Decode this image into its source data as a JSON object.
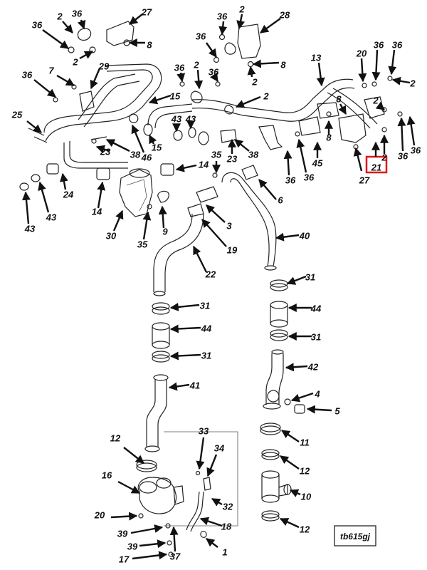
{
  "diagram": {
    "figure_id": "tb615gj",
    "highlighted_callout": "21",
    "accent_color": "#e0161b",
    "callouts": [
      {
        "id": "c-36a",
        "label": "36"
      },
      {
        "id": "c-2a",
        "label": "2"
      },
      {
        "id": "c-36b",
        "label": "36"
      },
      {
        "id": "c-27a",
        "label": "27"
      },
      {
        "id": "c-8a",
        "label": "8"
      },
      {
        "id": "c-2b",
        "label": "2"
      },
      {
        "id": "c-36c",
        "label": "36"
      },
      {
        "id": "c-2c",
        "label": "2"
      },
      {
        "id": "c-28",
        "label": "28"
      },
      {
        "id": "c-36d",
        "label": "36"
      },
      {
        "id": "c-8b",
        "label": "8"
      },
      {
        "id": "c-2d",
        "label": "2"
      },
      {
        "id": "c-13",
        "label": "13"
      },
      {
        "id": "c-20a",
        "label": "20"
      },
      {
        "id": "c-36e",
        "label": "36"
      },
      {
        "id": "c-36f",
        "label": "36"
      },
      {
        "id": "c-2e",
        "label": "2"
      },
      {
        "id": "c-36g",
        "label": "36"
      },
      {
        "id": "c-7",
        "label": "7"
      },
      {
        "id": "c-29",
        "label": "29"
      },
      {
        "id": "c-36h",
        "label": "36"
      },
      {
        "id": "c-2f",
        "label": "2"
      },
      {
        "id": "c-36i",
        "label": "36"
      },
      {
        "id": "c-15a",
        "label": "15"
      },
      {
        "id": "c-2g",
        "label": "2"
      },
      {
        "id": "c-8c",
        "label": "8"
      },
      {
        "id": "c-2h",
        "label": "2"
      },
      {
        "id": "c-25",
        "label": "25"
      },
      {
        "id": "c-43a",
        "label": "43"
      },
      {
        "id": "c-43b",
        "label": "43"
      },
      {
        "id": "c-15b",
        "label": "15"
      },
      {
        "id": "c-38a",
        "label": "38"
      },
      {
        "id": "c-46",
        "label": "46"
      },
      {
        "id": "c-38b",
        "label": "38"
      },
      {
        "id": "c-23a",
        "label": "23"
      },
      {
        "id": "c-8d",
        "label": "8"
      },
      {
        "id": "c-45",
        "label": "45"
      },
      {
        "id": "c-2i",
        "label": "2"
      },
      {
        "id": "c-36j",
        "label": "36"
      },
      {
        "id": "c-36k",
        "label": "36"
      },
      {
        "id": "c-21",
        "label": "21"
      },
      {
        "id": "c-27b",
        "label": "27"
      },
      {
        "id": "c-36l",
        "label": "36"
      },
      {
        "id": "c-36m",
        "label": "36"
      },
      {
        "id": "c-14a",
        "label": "14"
      },
      {
        "id": "c-35a",
        "label": "35"
      },
      {
        "id": "c-23b",
        "label": "23"
      },
      {
        "id": "c-24",
        "label": "24"
      },
      {
        "id": "c-43c",
        "label": "43"
      },
      {
        "id": "c-43d",
        "label": "43"
      },
      {
        "id": "c-14b",
        "label": "14"
      },
      {
        "id": "c-6",
        "label": "6"
      },
      {
        "id": "c-30",
        "label": "30"
      },
      {
        "id": "c-9",
        "label": "9"
      },
      {
        "id": "c-3",
        "label": "3"
      },
      {
        "id": "c-35b",
        "label": "35"
      },
      {
        "id": "c-19",
        "label": "19"
      },
      {
        "id": "c-40",
        "label": "40"
      },
      {
        "id": "c-22",
        "label": "22"
      },
      {
        "id": "c-31a",
        "label": "31"
      },
      {
        "id": "c-31b",
        "label": "31"
      },
      {
        "id": "c-44a",
        "label": "44"
      },
      {
        "id": "c-44b",
        "label": "44"
      },
      {
        "id": "c-31c",
        "label": "31"
      },
      {
        "id": "c-31d",
        "label": "31"
      },
      {
        "id": "c-42",
        "label": "42"
      },
      {
        "id": "c-41",
        "label": "41"
      },
      {
        "id": "c-4",
        "label": "4"
      },
      {
        "id": "c-5",
        "label": "5"
      },
      {
        "id": "c-12a",
        "label": "12"
      },
      {
        "id": "c-11",
        "label": "11"
      },
      {
        "id": "c-33",
        "label": "33"
      },
      {
        "id": "c-34",
        "label": "34"
      },
      {
        "id": "c-12b",
        "label": "12"
      },
      {
        "id": "c-16",
        "label": "16"
      },
      {
        "id": "c-10",
        "label": "10"
      },
      {
        "id": "c-32",
        "label": "32"
      },
      {
        "id": "c-20b",
        "label": "20"
      },
      {
        "id": "c-12c",
        "label": "12"
      },
      {
        "id": "c-39a",
        "label": "39"
      },
      {
        "id": "c-18",
        "label": "18"
      },
      {
        "id": "c-39b",
        "label": "39"
      },
      {
        "id": "c-37",
        "label": "37"
      },
      {
        "id": "c-1",
        "label": "1"
      },
      {
        "id": "c-17",
        "label": "17"
      }
    ]
  }
}
